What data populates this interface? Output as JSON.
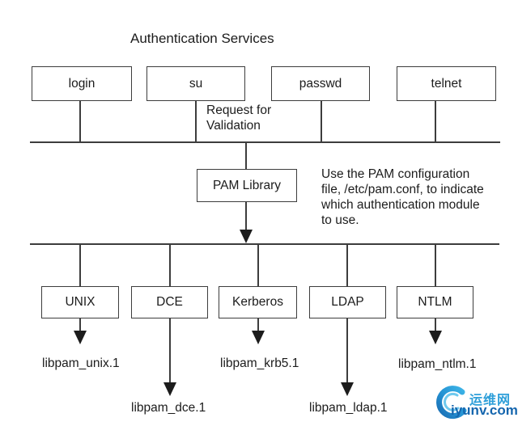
{
  "title": "Authentication Services",
  "request_label": "Request for\nValidation",
  "services": [
    {
      "label": "login"
    },
    {
      "label": "su"
    },
    {
      "label": "passwd"
    },
    {
      "label": "telnet"
    }
  ],
  "pam": {
    "label": "PAM Library",
    "note": "Use the PAM configuration\nfile, /etc/pam.conf, to indicate\nwhich authentication module\nto use."
  },
  "modules": [
    {
      "label": "UNIX",
      "library": "libpam_unix.1"
    },
    {
      "label": "DCE",
      "library": "libpam_dce.1"
    },
    {
      "label": "Kerberos",
      "library": "libpam_krb5.1"
    },
    {
      "label": "LDAP",
      "library": "libpam_ldap.1"
    },
    {
      "label": "NTLM",
      "library": "libpam_ntlm.1"
    }
  ],
  "logo": {
    "site_name_cn": "运维网",
    "domain": "iyunv.com"
  },
  "colors": {
    "background": "#ffffff",
    "line": "#3d3d3d",
    "text": "#1c1c1c",
    "logo_light_blue": "#3db5e8",
    "logo_dark_blue": "#1a6db3",
    "logo_cn_text": "#2e9fd9",
    "logo_domain_text": "#1566ae"
  }
}
